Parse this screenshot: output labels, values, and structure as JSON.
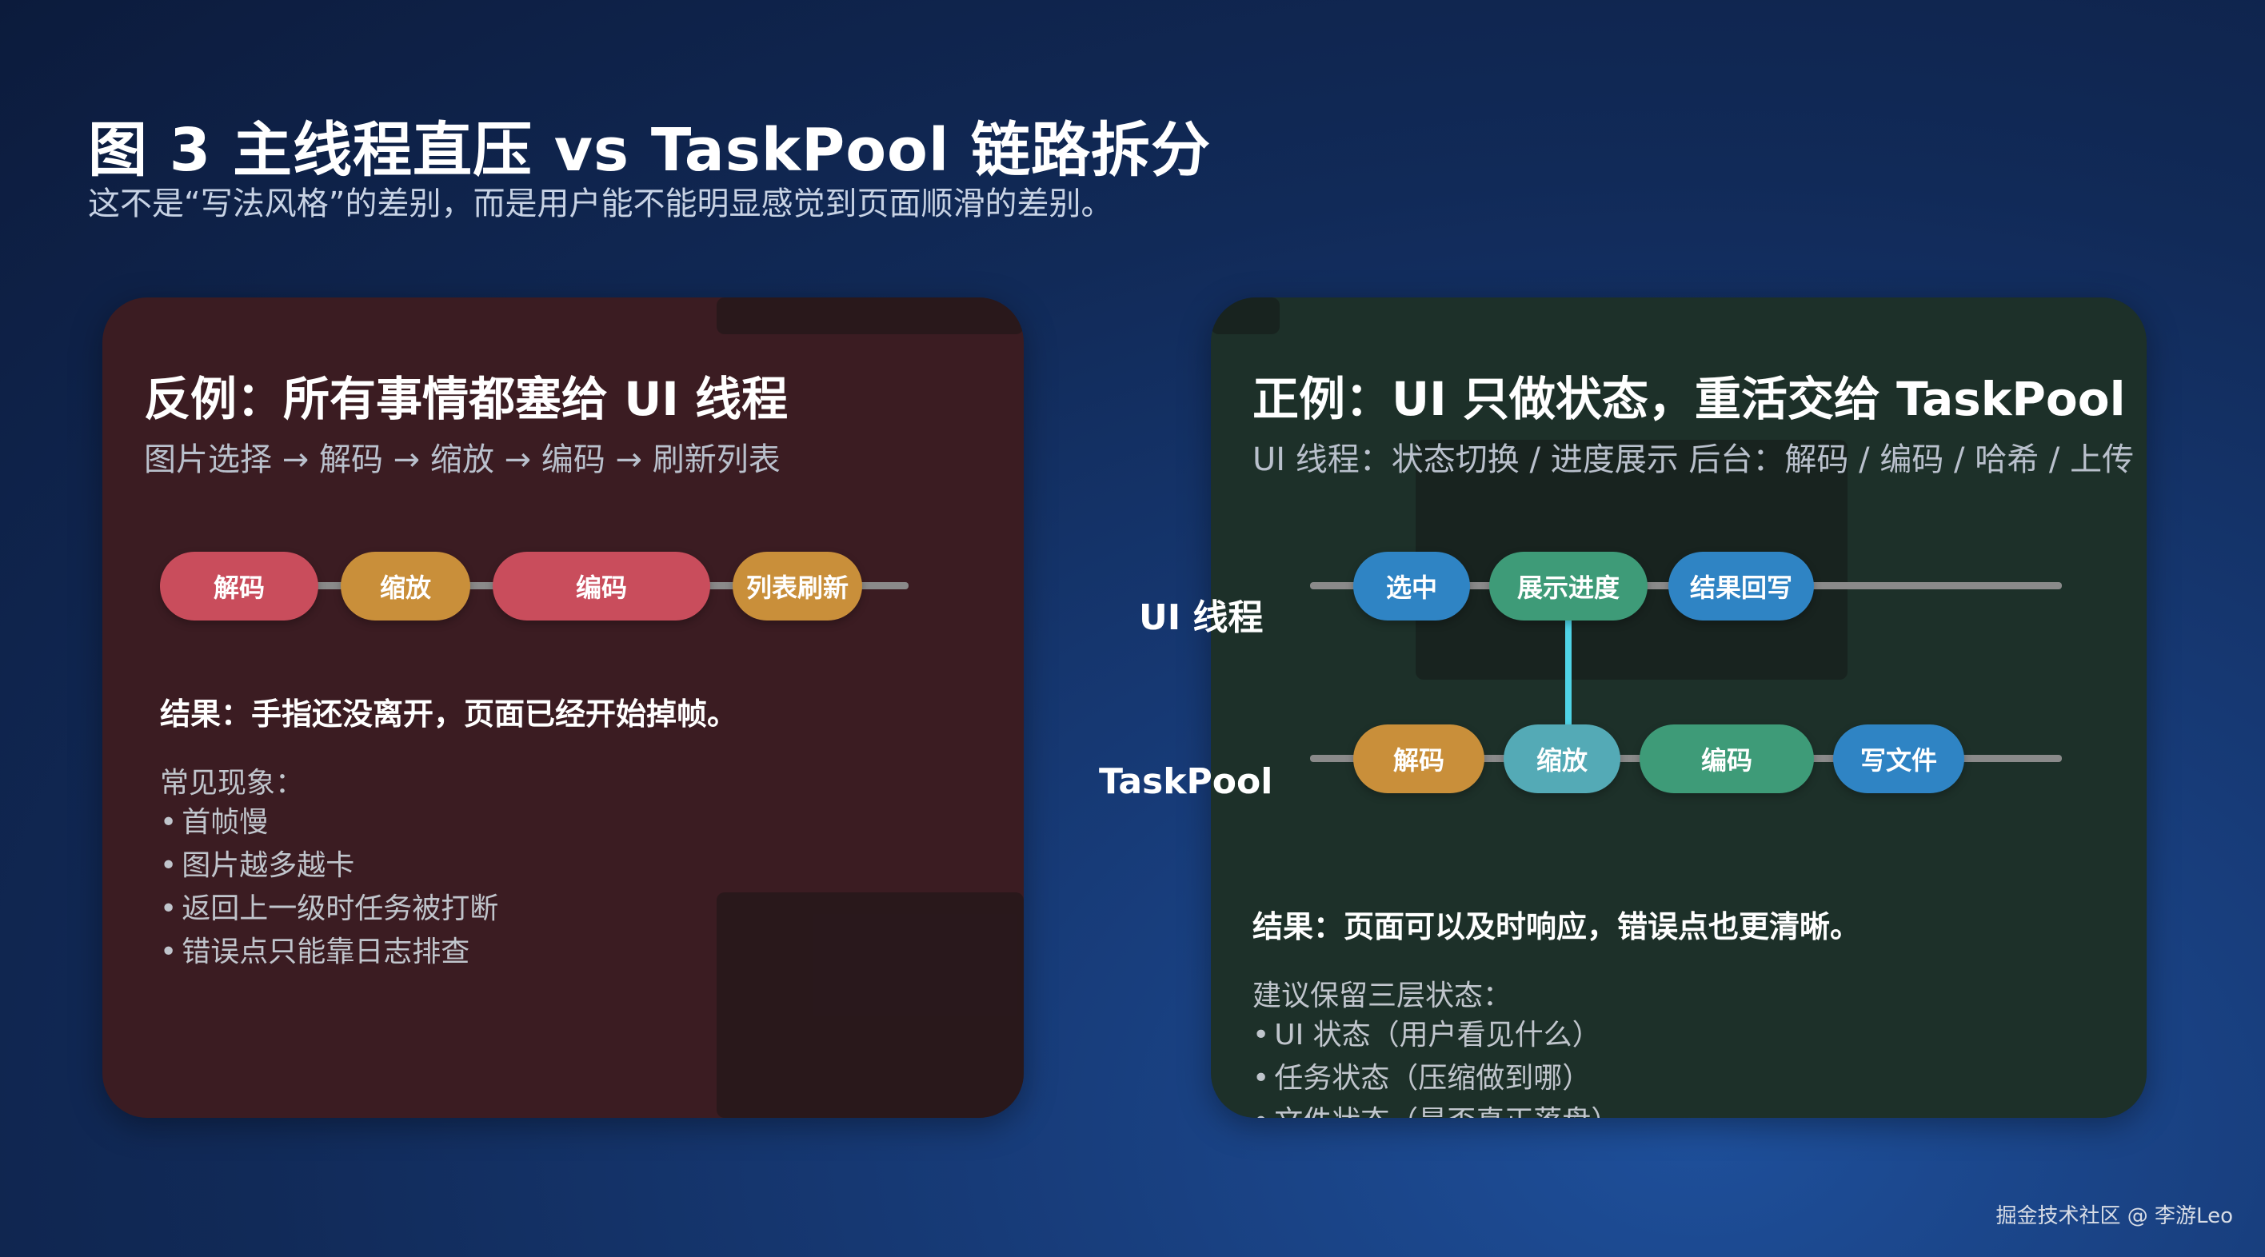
{
  "header": {
    "title": "图 3  主线程直压 vs TaskPool 链路拆分",
    "subtitle": "这不是“写法风格”的差别，而是用户能不能明显感觉到页面顺滑的差别。"
  },
  "left_card": {
    "title": "反例：所有事情都塞给 UI 线程",
    "subtitle": "图片选择 → 解码 → 缩放 → 编码 → 刷新列表",
    "steps": [
      {
        "label": "解码",
        "color": "#c94d5c"
      },
      {
        "label": "缩放",
        "color": "#c98f3a"
      },
      {
        "label": "编码",
        "color": "#c94d5c"
      },
      {
        "label": "列表刷新",
        "color": "#c98f3a"
      }
    ],
    "result": "结果：手指还没离开，页面已经开始掉帧。",
    "list_title": "常见现象：",
    "list": [
      "首帧慢",
      "图片越多越卡",
      "返回上一级时任务被打断",
      "错误点只能靠日志排查"
    ]
  },
  "right_card": {
    "title": "正例：UI 只做状态，重活交给 TaskPool",
    "subtitle": "UI 线程：状态切换 / 进度展示     后台：解码 / 编码 / 哈希 / 上传",
    "ui_lane_label": "UI 线程",
    "taskpool_lane_label": "TaskPool",
    "ui_steps": [
      {
        "label": "选中",
        "color": "#2f84c4"
      },
      {
        "label": "展示进度",
        "color": "#3e9b78"
      },
      {
        "label": "结果回写",
        "color": "#2f84c4"
      }
    ],
    "taskpool_steps": [
      {
        "label": "解码",
        "color": "#c98f3a"
      },
      {
        "label": "缩放",
        "color": "#54aab6"
      },
      {
        "label": "编码",
        "color": "#3e9b78"
      },
      {
        "label": "写文件",
        "color": "#2f84c4"
      }
    ],
    "connector_color": "#4fd3e6",
    "result": "结果：页面可以及时响应，错误点也更清晰。",
    "list_title": "建议保留三层状态：",
    "list": [
      "UI 状态（用户看见什么）",
      "任务状态（压缩做到哪）",
      "文件状态（是否真正落盘）"
    ]
  },
  "watermark": "掘金技术社区 @ 李游Leo"
}
